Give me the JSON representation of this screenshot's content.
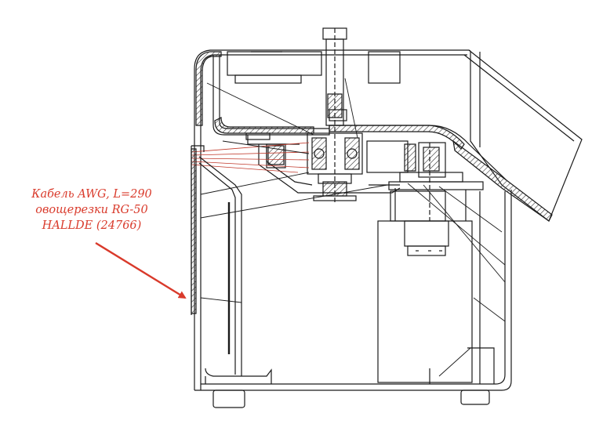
{
  "annotation": {
    "lines": [
      "Кабель AWG, L=290",
      "овощерезки RG-50",
      "HALLDE (24766)"
    ],
    "color": "#d93a2b"
  },
  "drawing": {
    "line_color": "#1a1a1a",
    "hatch_color": "#333333",
    "highlight_color": "#c0392b"
  }
}
